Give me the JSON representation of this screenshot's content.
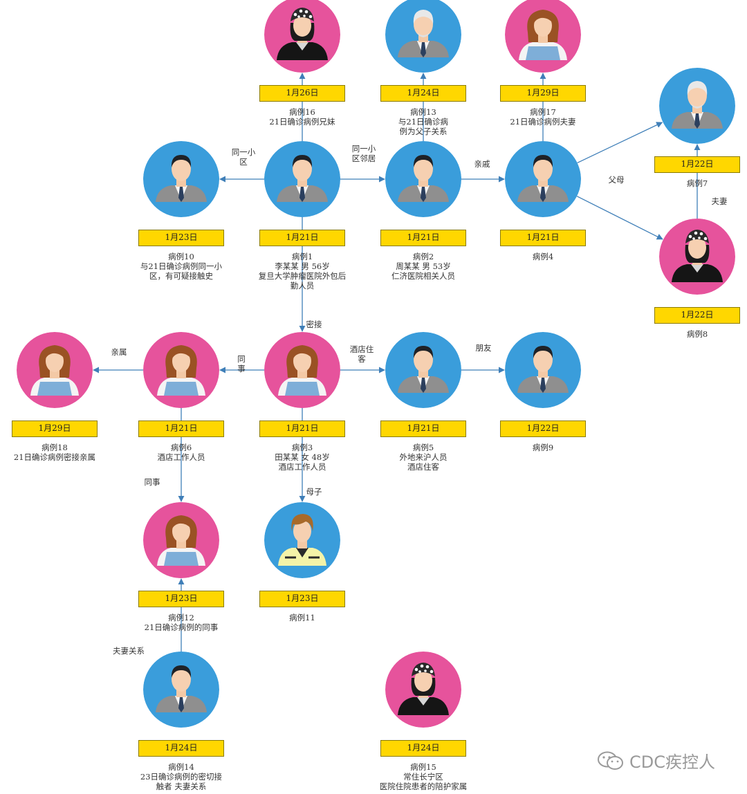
{
  "nodes": [
    {
      "id": "c16",
      "avatar": "woman-bandana",
      "date": "1月26日",
      "lines": [
        "病例16",
        "21日确诊病例兄妹"
      ]
    },
    {
      "id": "c13",
      "avatar": "old-man",
      "date": "1月24日",
      "lines": [
        "病例13",
        "与21日确诊病",
        "例为父子关系"
      ]
    },
    {
      "id": "c17",
      "avatar": "woman",
      "date": "1月29日",
      "lines": [
        "病例17",
        "21日确诊病例夫妻"
      ]
    },
    {
      "id": "c7",
      "avatar": "old-man",
      "date": "1月22日",
      "lines": [
        "病例7"
      ]
    },
    {
      "id": "c10",
      "avatar": "man",
      "date": "1月23日",
      "lines": [
        "病例10",
        "与21日确诊病例同一小",
        "区，有可疑接触史"
      ]
    },
    {
      "id": "c1",
      "avatar": "man",
      "date": "1月21日",
      "lines": [
        "病例1",
        "李某某  男  56岁",
        "复旦大学肿瘤医院外包后",
        "勤人员"
      ]
    },
    {
      "id": "c2",
      "avatar": "man",
      "date": "1月21日",
      "lines": [
        "病例2",
        "周某某  男  53岁",
        "仁济医院相关人员"
      ]
    },
    {
      "id": "c4",
      "avatar": "man",
      "date": "1月21日",
      "lines": [
        "病例4"
      ]
    },
    {
      "id": "c8",
      "avatar": "woman-bandana",
      "date": "1月22日",
      "lines": [
        "病例8"
      ]
    },
    {
      "id": "c18",
      "avatar": "woman",
      "date": "1月29日",
      "lines": [
        "病例18",
        "21日确诊病例密接亲属"
      ]
    },
    {
      "id": "c6",
      "avatar": "woman",
      "date": "1月21日",
      "lines": [
        "病例6",
        "酒店工作人员"
      ]
    },
    {
      "id": "c3",
      "avatar": "woman",
      "date": "1月21日",
      "lines": [
        "病例3",
        "田某某  女  48岁",
        "酒店工作人员"
      ]
    },
    {
      "id": "c5",
      "avatar": "man",
      "date": "1月21日",
      "lines": [
        "病例5",
        "外地来沪人员",
        "酒店住客"
      ]
    },
    {
      "id": "c9",
      "avatar": "man",
      "date": "1月22日",
      "lines": [
        "病例9"
      ]
    },
    {
      "id": "c12",
      "avatar": "woman",
      "date": "1月23日",
      "lines": [
        "病例12",
        "21日确诊病例的同事"
      ]
    },
    {
      "id": "c11",
      "avatar": "boy",
      "date": "1月23日",
      "lines": [
        "病例11"
      ]
    },
    {
      "id": "c14",
      "avatar": "man",
      "date": "1月24日",
      "lines": [
        "病例14",
        "23日确诊病例的密切接",
        "触者  夫妻关系"
      ]
    },
    {
      "id": "c15",
      "avatar": "woman-bandana",
      "date": "1月24日",
      "lines": [
        "病例15",
        "常住长宁区",
        "医院住院患者的陪护家属"
      ]
    }
  ],
  "edges": [
    {
      "id": "e-c1-c10",
      "from": "c1",
      "to": "c10",
      "label": [
        "同一小",
        "区"
      ]
    },
    {
      "id": "e-c1-c2",
      "from": "c1",
      "to": "c2",
      "label": [
        "同一小",
        "区邻居"
      ]
    },
    {
      "id": "e-c1-c16",
      "from": "c1",
      "to": "c16",
      "label": []
    },
    {
      "id": "e-c2-c13",
      "from": "c2",
      "to": "c13",
      "label": []
    },
    {
      "id": "e-c2-c4",
      "from": "c2",
      "to": "c4",
      "label": [
        "亲戚"
      ]
    },
    {
      "id": "e-c4-c17",
      "from": "c4",
      "to": "c17",
      "label": []
    },
    {
      "id": "e-c4-c7",
      "from": "c4",
      "to": "c7",
      "label": []
    },
    {
      "id": "e-c4-c8",
      "from": "c4",
      "to": "c8",
      "label": [
        "父母"
      ]
    },
    {
      "id": "e-c8-c7",
      "from": "c8",
      "to": "c7",
      "label": [
        "夫妻"
      ]
    },
    {
      "id": "e-c1-c3",
      "from": "c1",
      "to": "c3",
      "label": [
        "密接"
      ]
    },
    {
      "id": "e-c3-c6",
      "from": "c3",
      "to": "c6",
      "label": [
        "同",
        "事"
      ]
    },
    {
      "id": "e-c6-c18",
      "from": "c6",
      "to": "c18",
      "label": [
        "亲属"
      ]
    },
    {
      "id": "e-c3-c5",
      "from": "c3",
      "to": "c5",
      "label": [
        "酒店住",
        "客"
      ]
    },
    {
      "id": "e-c5-c9",
      "from": "c5",
      "to": "c9",
      "label": [
        "朋友"
      ]
    },
    {
      "id": "e-c6-c12",
      "from": "c6",
      "to": "c12",
      "label": [
        "同事"
      ]
    },
    {
      "id": "e-c3-c11",
      "from": "c3",
      "to": "c11",
      "label": [
        "母子"
      ]
    },
    {
      "id": "e-c14-c12",
      "from": "c14",
      "to": "c12",
      "label": [
        "夫妻关系"
      ]
    }
  ],
  "watermark": {
    "icon": "wechat-icon",
    "text": "CDC疾控人"
  },
  "colors": {
    "male_bg": "#3a9ddb",
    "female_bg": "#e6539c",
    "date_box": "#ffd700",
    "edge": "#3f7fb8"
  }
}
